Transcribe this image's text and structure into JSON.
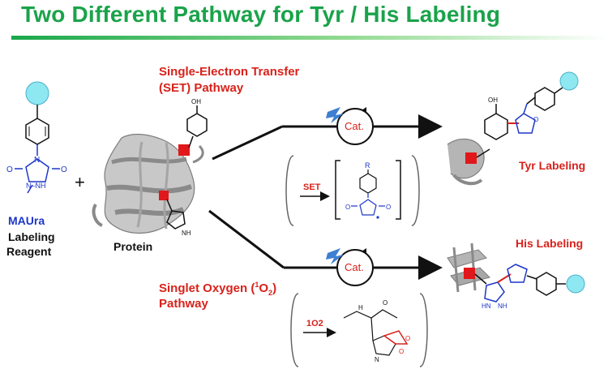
{
  "title": "Two Different Pathway for Tyr / His Labeling",
  "colors": {
    "title_green": "#1aa34a",
    "red": "#d8221b",
    "blue": "#1d36c8",
    "light_blue": "#8ee8f2",
    "protein_grey": "#9a9a9a"
  },
  "reagent": {
    "name": "MAUra",
    "caption_line1": "Labeling",
    "caption_line2": "Reagent"
  },
  "plus_sign": "+",
  "protein_label": "Protein",
  "set_pathway": {
    "line1": "Single-Electron Transfer",
    "line2": "(SET) Pathway",
    "cat_label": "Cat.",
    "mechanism_arrow_label": "SET",
    "radical_substituent": "R"
  },
  "singlet_oxygen_pathway": {
    "line1_prefix": "Singlet Oxygen (",
    "superscript": "1",
    "species": "O",
    "subscript": "2",
    "line1_suffix": ")",
    "line2": "Pathway",
    "cat_label": "Cat.",
    "mechanism_arrow_label": "1O2"
  },
  "products": {
    "tyr_label": "Tyr Labeling",
    "his_label": "His Labeling"
  },
  "atoms": {
    "oh": "OH",
    "o": "O",
    "n": "N",
    "h": "H",
    "nh": "NH",
    "hn": "HN",
    "n_nh": "N–NH",
    "r": "R"
  }
}
